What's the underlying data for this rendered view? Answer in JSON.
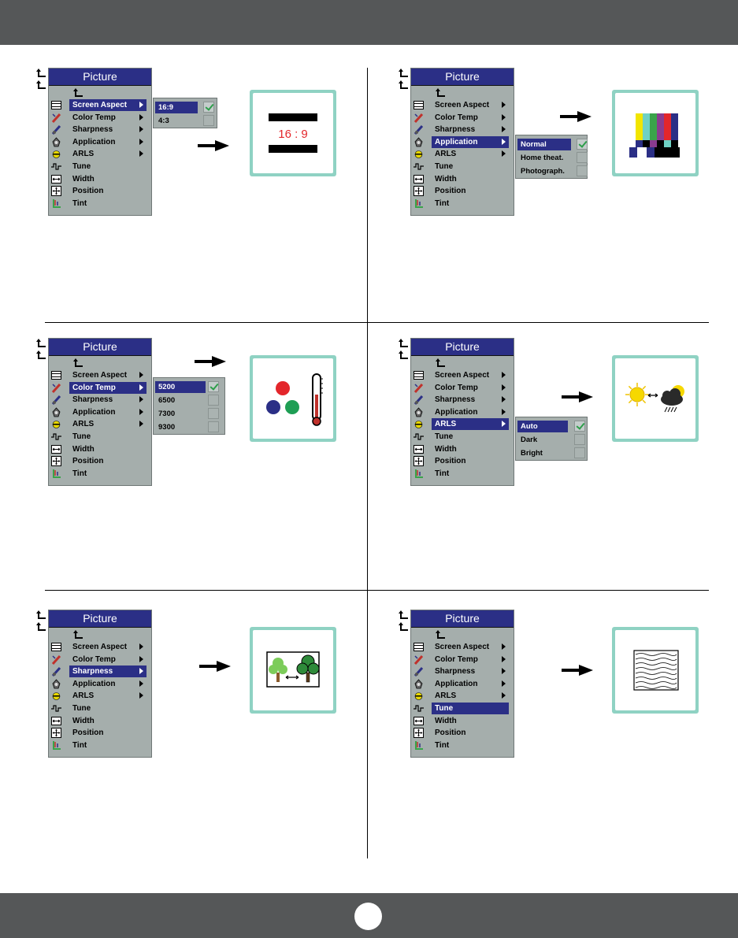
{
  "menu": {
    "title": "Picture",
    "items": [
      "Screen Aspect",
      "Color Temp",
      "Sharpness",
      "Application",
      "ARLS",
      "Tune",
      "Width",
      "Position",
      "Tint"
    ],
    "submenu_items": [
      true,
      true,
      true,
      true,
      true,
      false,
      false,
      false,
      false
    ]
  },
  "panels": [
    {
      "selected": "Screen Aspect",
      "submenu": [
        "16:9",
        "4:3"
      ],
      "checked": "16:9",
      "illustration": "aspect-ratio-16-9-screen",
      "screen_text": "16 : 9"
    },
    {
      "selected": "Application",
      "submenu": [
        "Normal",
        "Home theat.",
        "Photograph."
      ],
      "checked": "Normal",
      "illustration": "color-bars-test-pattern"
    },
    {
      "selected": "Color Temp",
      "submenu": [
        "5200",
        "6500",
        "7300",
        "9300"
      ],
      "checked": "5200",
      "illustration": "rgb-circles-thermometer"
    },
    {
      "selected": "ARLS",
      "submenu": [
        "Auto",
        "Dark",
        "Bright"
      ],
      "checked": "Auto",
      "illustration": "sun-to-cloud-lighting"
    },
    {
      "selected": "Sharpness",
      "submenu": [],
      "checked": null,
      "illustration": "trees-sharpness"
    },
    {
      "selected": "Tune",
      "submenu": [],
      "checked": null,
      "illustration": "wavy-lines-tune"
    }
  ],
  "colors": {
    "header_bar": "#555758",
    "menu_bg": "#a5aeac",
    "menu_highlight": "#2b2f86",
    "card_border": "#8fd2c3",
    "check": "#2d9e4a"
  }
}
